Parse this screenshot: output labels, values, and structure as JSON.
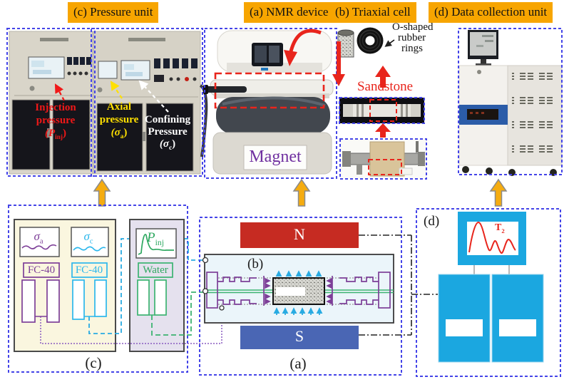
{
  "colors": {
    "accent_orange": "#F7A500",
    "border_blue": "#4444E8",
    "arrow_red": "#E8251C",
    "magnet_purple": "#7030A0",
    "north_red": "#C62B22",
    "south_blue": "#4A66B4",
    "line_cyan": "#29ABE2",
    "line_green": "#2EA860",
    "line_purple": "#7D3F98",
    "device_cyan": "#1BA7E0"
  },
  "top_labels": [
    {
      "text": "(c) Pressure unit"
    },
    {
      "text": "(a) NMR device"
    },
    {
      "text": "(b) Triaxial cell"
    },
    {
      "text": "(d) Data collection unit"
    }
  ],
  "pressure_unit": {
    "injection": {
      "line1": "Injection",
      "line2": "pressure",
      "sym_pre": "(P",
      "sym_sub": "inj",
      "sym_post": ")"
    },
    "axial": {
      "line1": "Axial",
      "line2": "pressure",
      "sym_pre": "(σ",
      "sym_sub": "a",
      "sym_post": ")"
    },
    "confining": {
      "line1": "Confining",
      "line2": "Pressure",
      "sym_pre": "(σ",
      "sym_sub": "c",
      "sym_post": ")"
    }
  },
  "nmr": {
    "magnet": "Magnet"
  },
  "triaxial": {
    "oring_line1": "O-shaped",
    "oring_line2": "rubber",
    "oring_line3": "rings",
    "sandstone": "Sandstone"
  },
  "pressure_schematic": {
    "label": "(c)",
    "gauge_axial_base": "σ",
    "gauge_axial_sub": "a",
    "gauge_confining_base": "σ",
    "gauge_confining_sub": "c",
    "gauge_injection_base": "P",
    "gauge_injection_sub": "inj",
    "pump1": "FC-40",
    "pump2": "FC-40",
    "pump3": "Water"
  },
  "nmr_schematic": {
    "label": "(a)",
    "cell_label": "(b)",
    "north": "N",
    "south": "S"
  },
  "data_schematic": {
    "label": "(d)",
    "t2_base": "T",
    "t2_sub": "2"
  }
}
